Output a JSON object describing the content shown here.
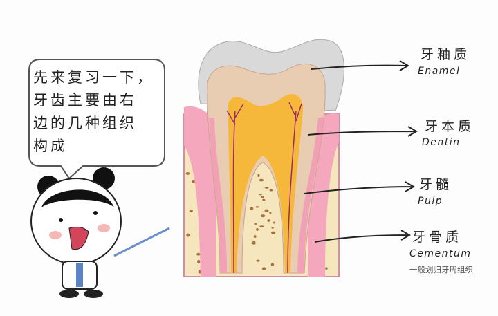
{
  "speech_bubble": {
    "lines": [
      "先来复习一下，",
      "牙齿主要由右",
      "边的几种组织",
      "构成"
    ]
  },
  "labels": [
    {
      "zh": "牙釉质",
      "en": "Enamel"
    },
    {
      "zh": "牙本质",
      "en": "Dentin"
    },
    {
      "zh": "牙髓",
      "en": "Pulp"
    },
    {
      "zh": "牙骨质",
      "en": "Cementum",
      "note": "一般划归牙周组织"
    }
  ],
  "colors": {
    "enamel": "#d9d9d9",
    "dentin": "#e9cdb3",
    "pulp": "#f6b83a",
    "gum": "#f4a7bd",
    "bone": "#f5e6bd",
    "vessel": "#9b2a6a"
  }
}
